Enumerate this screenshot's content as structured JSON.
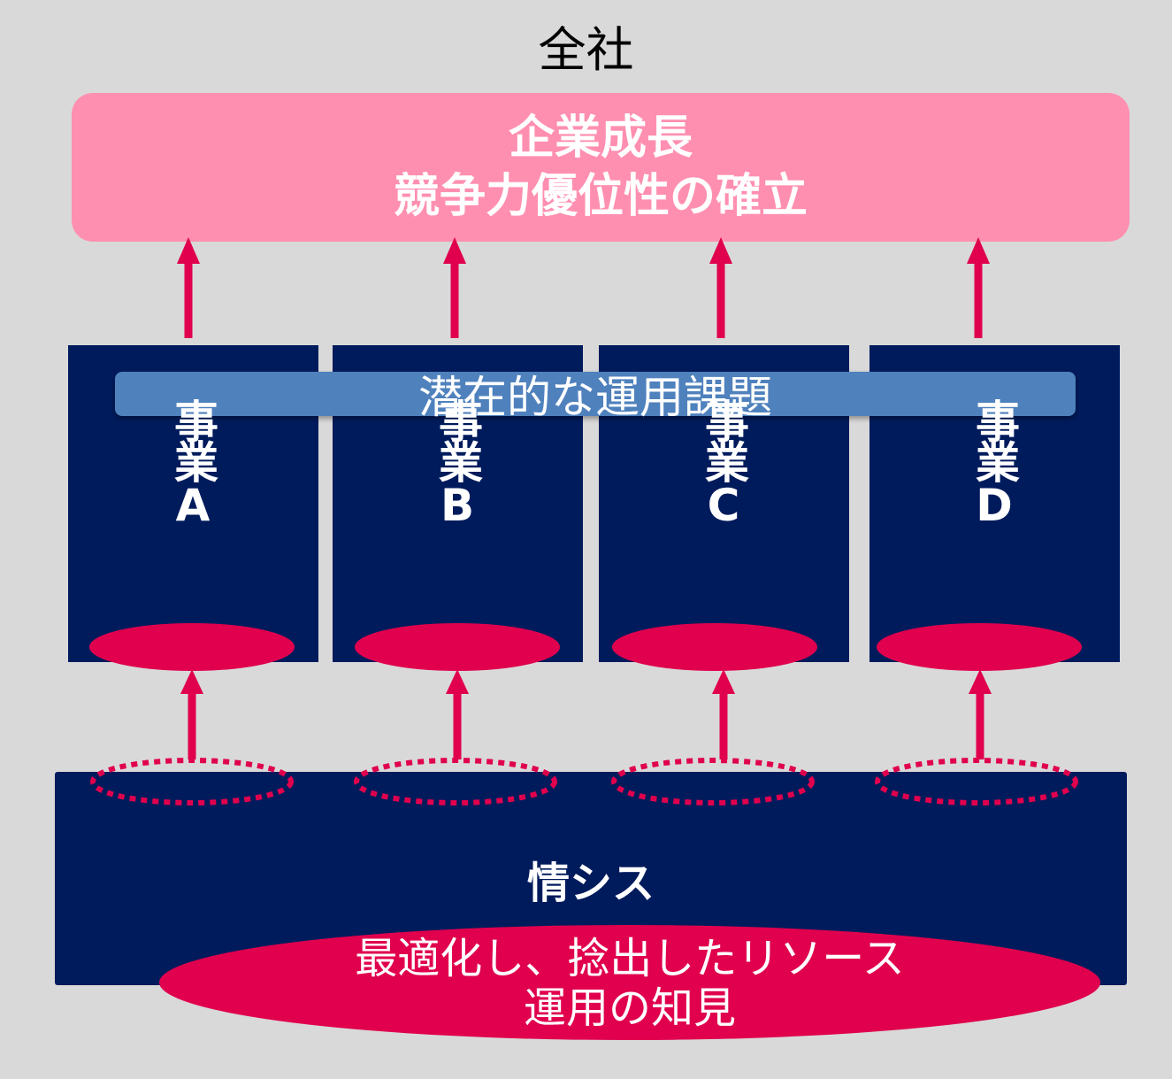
{
  "title": "全社",
  "goal": {
    "line1": "企業成長",
    "line2": "競争力優位性の確立"
  },
  "latent_issue": "潜在的な運用課題",
  "businesses": [
    {
      "label": "事業A"
    },
    {
      "label": "事業B"
    },
    {
      "label": "事業C"
    },
    {
      "label": "事業D"
    }
  ],
  "is_department": {
    "label": "情シス",
    "resource_line1": "最適化し、捻出したリソース",
    "resource_line2": "運用の知見"
  },
  "colors": {
    "background": "#d9d9d9",
    "navy": "#001b5c",
    "goal_pink": "#ff8fb0",
    "magenta": "#e0004d",
    "latent_blue": "#4f81bd",
    "white": "#ffffff"
  }
}
